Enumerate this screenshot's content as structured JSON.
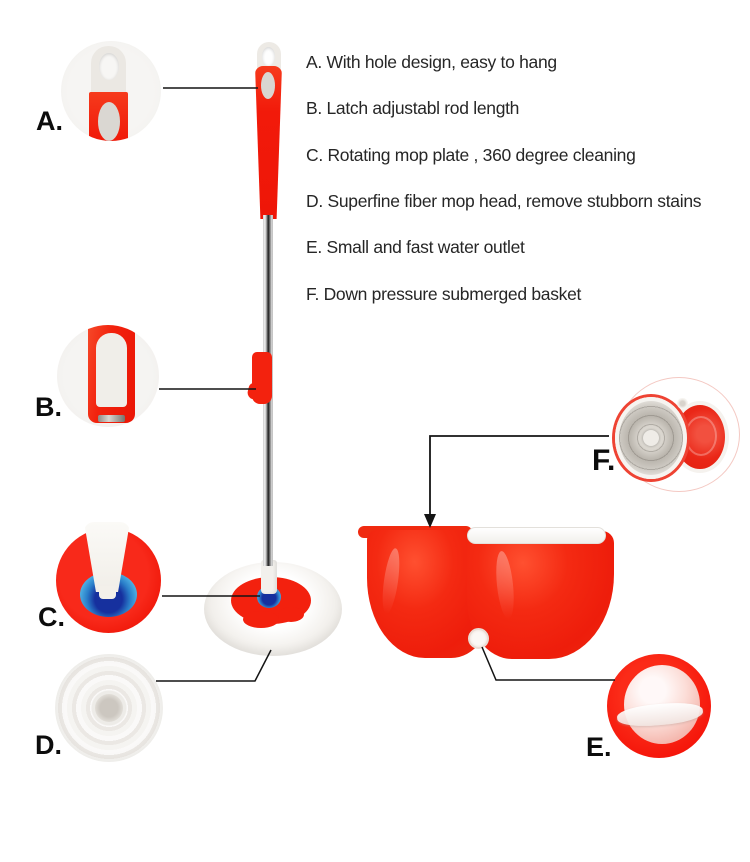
{
  "title": "Spin mop feature infographic",
  "features": [
    {
      "id": "A",
      "text": "A. With hole design, easy to hang"
    },
    {
      "id": "B",
      "text": "B. Latch adjustabl rod length"
    },
    {
      "id": "C",
      "text": "C. Rotating mop plate , 360 degree cleaning"
    },
    {
      "id": "D",
      "text": "D. Superfine fiber mop head, remove stubborn stains"
    },
    {
      "id": "E",
      "text": "E. Small and fast water outlet"
    },
    {
      "id": "F",
      "text": "F. Down pressure submerged basket"
    }
  ],
  "callouts": {
    "a": {
      "label": "A."
    },
    "b": {
      "label": "B."
    },
    "c": {
      "label": "C."
    },
    "d": {
      "label": "D."
    },
    "e": {
      "label": "E."
    },
    "f": {
      "label": "F."
    }
  },
  "colors": {
    "product_red": "#f3210e",
    "bearing_blue": "#16309e",
    "bearing_light_blue": "#53b4e4",
    "chrome_dark": "#1f1f1f",
    "text": "#262626",
    "annotation_line": "#141414",
    "callout_circle_bg": "#f4f3f1"
  }
}
